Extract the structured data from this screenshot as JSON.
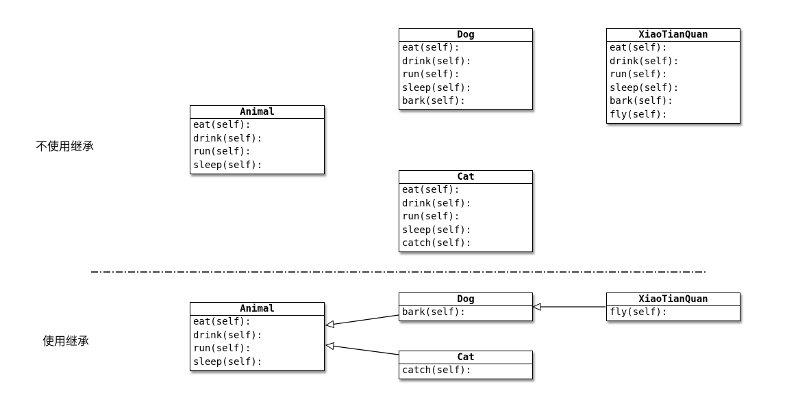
{
  "sections": {
    "top_label": "不使用继承",
    "bottom_label": "使用继承"
  },
  "top": {
    "animal": {
      "name": "Animal",
      "methods": [
        "eat(self):",
        "drink(self):",
        "run(self):",
        "sleep(self):"
      ]
    },
    "dog": {
      "name": "Dog",
      "methods": [
        "eat(self):",
        "drink(self):",
        "run(self):",
        "sleep(self):",
        "bark(self):"
      ]
    },
    "xiaotianquan": {
      "name": "XiaoTianQuan",
      "methods": [
        "eat(self):",
        "drink(self):",
        "run(self):",
        "sleep(self):",
        "bark(self):",
        "fly(self):"
      ]
    },
    "cat": {
      "name": "Cat",
      "methods": [
        "eat(self):",
        "drink(self):",
        "run(self):",
        "sleep(self):",
        "catch(self):"
      ]
    }
  },
  "bottom": {
    "animal": {
      "name": "Animal",
      "methods": [
        "eat(self):",
        "drink(self):",
        "run(self):",
        "sleep(self):"
      ]
    },
    "dog": {
      "name": "Dog",
      "methods": [
        "bark(self):"
      ]
    },
    "xiaotianquan": {
      "name": "XiaoTianQuan",
      "methods": [
        "fly(self):"
      ]
    },
    "cat": {
      "name": "Cat",
      "methods": [
        "catch(self):"
      ]
    }
  },
  "colors": {
    "line": "#000000",
    "background": "#ffffff"
  }
}
